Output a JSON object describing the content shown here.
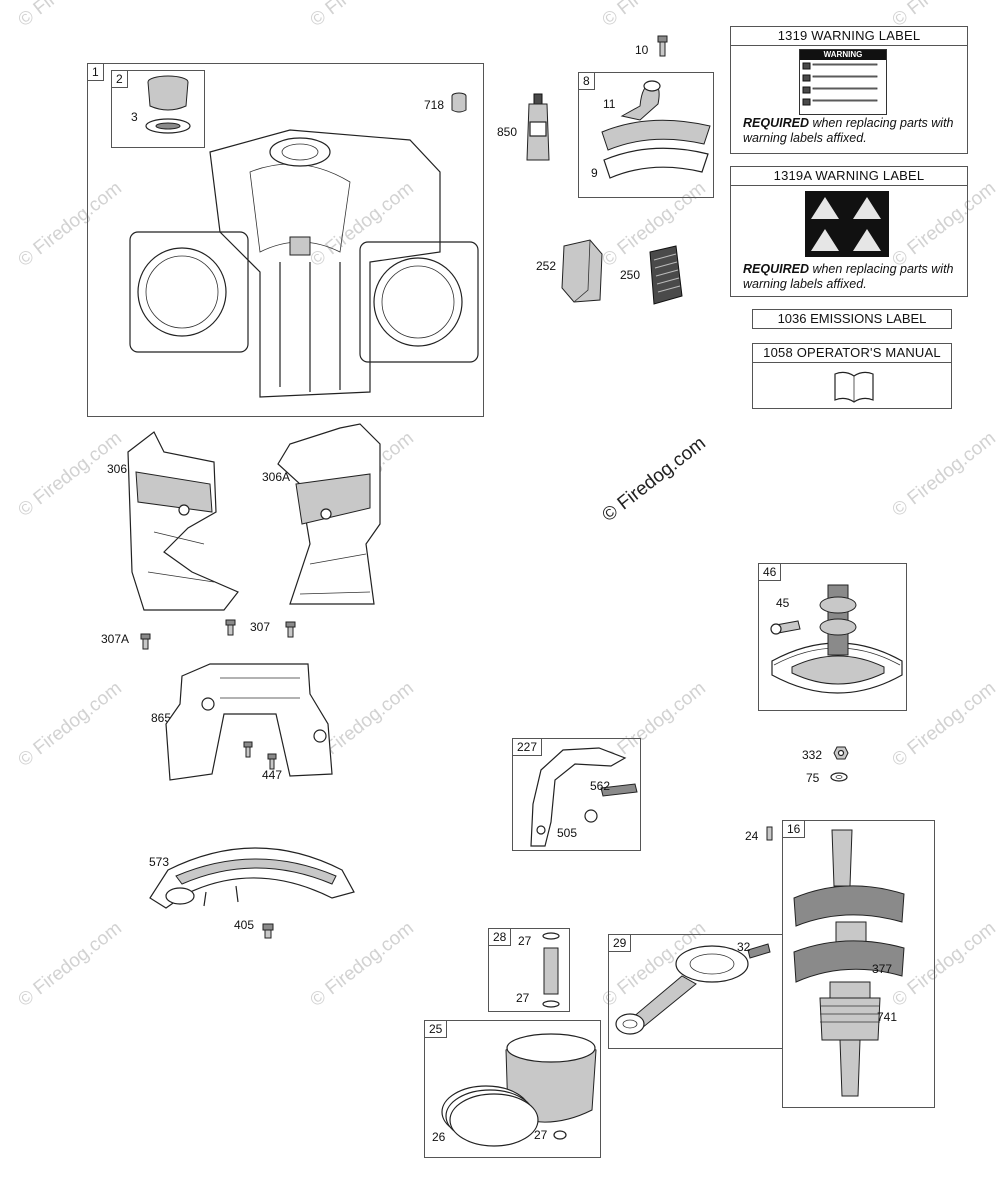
{
  "watermark": "© Firedog.com",
  "center_watermark": "© Firedog.com",
  "labels": {
    "l1319": {
      "title": "1319 WARNING LABEL",
      "req_bold": "REQUIRED",
      "req_rest": " when replacing parts with warning labels affixed.",
      "sticker_heading": "WARNING"
    },
    "l1319a": {
      "title": "1319A WARNING LABEL",
      "req_bold": "REQUIRED",
      "req_rest": " when replacing parts with warning labels affixed."
    },
    "l1036": {
      "title": "1036 EMISSIONS LABEL"
    },
    "l1058": {
      "title": "1058 OPERATOR'S MANUAL"
    }
  },
  "boxes": {
    "b1": "1",
    "b2": "2",
    "b8": "8",
    "b46": "46",
    "b227": "227",
    "b16": "16",
    "b28": "28",
    "b29": "29",
    "b25": "25"
  },
  "parts": {
    "p3": "3",
    "p718": "718",
    "p10": "10",
    "p850": "850",
    "p11": "11",
    "p9": "9",
    "p252": "252",
    "p250": "250",
    "p306": "306",
    "p306a": "306A",
    "p307a": "307A",
    "p307": "307",
    "p865": "865",
    "p447": "447",
    "p573": "573",
    "p405": "405",
    "p45": "45",
    "p332": "332",
    "p75": "75",
    "p562": "562",
    "p505": "505",
    "p24": "24",
    "p27a": "27",
    "p27b": "27",
    "p32": "32",
    "p377": "377",
    "p741": "741",
    "p26": "26",
    "p27c": "27"
  }
}
